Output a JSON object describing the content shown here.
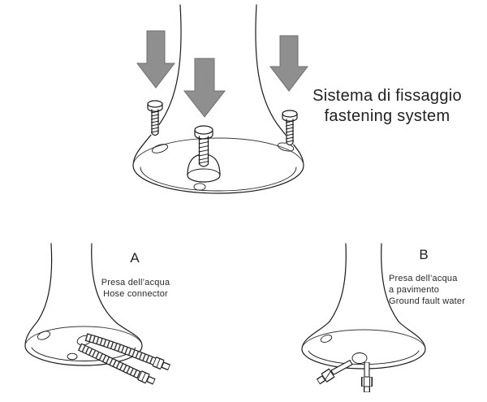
{
  "title": {
    "line1": "Sistema di fissaggio",
    "line2": "fastening system"
  },
  "fastening_figure": {
    "arrow_icon": "down-arrow",
    "arrow_count": 3,
    "screw_count": 3
  },
  "figure_a": {
    "label": "A",
    "caption_line1": "Presa dell’acqua",
    "caption_line2": "Hose connector"
  },
  "figure_b": {
    "label": "B",
    "caption_line1": "Presa dell’acqua",
    "caption_line2": "a pavimento",
    "caption_line3": "Ground fault water"
  },
  "colors": {
    "arrow_fill": "#8f8f8f",
    "line": "#1a1a1a",
    "background": "#ffffff"
  }
}
